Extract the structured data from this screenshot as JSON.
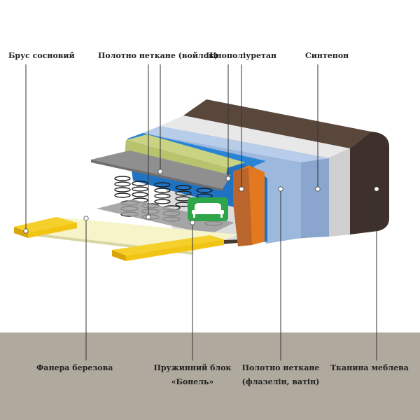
{
  "labels": {
    "top": [
      "Брус сосновий",
      "Полотно неткане (войлок)",
      "Пінополіуретан",
      "Синтепон"
    ],
    "bottom": [
      "Фанера березова",
      "Пружинний блок",
      "«Бонель»",
      "Полотно неткане",
      "(флазелін, ватін)",
      "Тканина меблева"
    ]
  },
  "colors": {
    "ground": "#b0aa9e",
    "fabric": "#4a3a31",
    "sintepon": "#dcdcdc",
    "felt": "#9db8dd",
    "foam": "#e2781f",
    "foam_dark": "#b9652c",
    "blue_layer": "#1f73c2",
    "olive": "#b8c36e",
    "grey_plate": "#8f8f8f",
    "plywood": "#f6f4c8",
    "pine": "#f2c414",
    "spring_badge": "#2fa54a"
  },
  "icons": [
    "sofa-icon"
  ]
}
